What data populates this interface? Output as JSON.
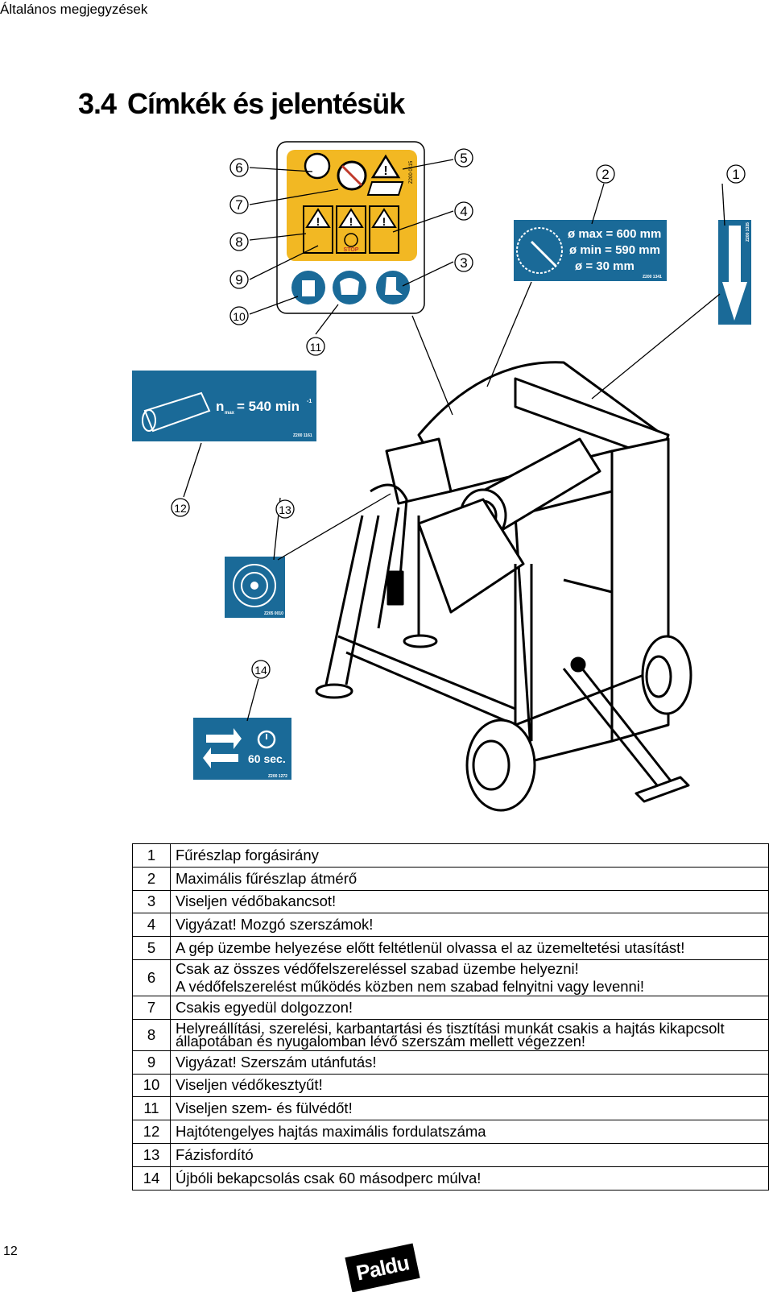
{
  "header": {
    "section_title": "Általános megjegyzések"
  },
  "heading": {
    "number": "3.4",
    "text": "Címkék és jelentésük"
  },
  "callouts": [
    "1",
    "2",
    "3",
    "4",
    "5",
    "6",
    "7",
    "8",
    "9",
    "10",
    "11",
    "12",
    "13",
    "14"
  ],
  "labels": {
    "diameter": {
      "max": "ø max = 600 mm",
      "min": "ø min = 590 mm",
      "bore": "ø = 30 mm",
      "code": "Z200 1341"
    },
    "direction": {
      "code": "Z200 1335"
    },
    "pto": {
      "text": "n",
      "sub": "max",
      "value": "= 540 min",
      "sup": "-1",
      "code": "Z200 1161"
    },
    "phase": {
      "code": "Z205 0010"
    },
    "restart": {
      "value": "60 sec.",
      "code": "Z200 1272"
    },
    "warning_sheet": {
      "stop": "STOP",
      "code": "Z200 0115"
    }
  },
  "legend": [
    {
      "num": "1",
      "text": [
        "Fűrészlap forgásirány"
      ]
    },
    {
      "num": "2",
      "text": [
        "Maximális fűrészlap átmérő"
      ]
    },
    {
      "num": "3",
      "text": [
        "Viseljen védőbakancsot!"
      ]
    },
    {
      "num": "4",
      "text": [
        "Vigyázat! Mozgó szerszámok!"
      ]
    },
    {
      "num": "5",
      "text": [
        "A gép üzembe helyezése előtt feltétlenül olvassa el az üzemeltetési utasítást!"
      ]
    },
    {
      "num": "6",
      "text": [
        "Csak az összes védőfelszereléssel szabad üzembe helyezni!",
        "A védőfelszerelést működés közben nem szabad felnyitni vagy levenni!"
      ]
    },
    {
      "num": "7",
      "text": [
        "Csakis egyedül dolgozzon!"
      ]
    },
    {
      "num": "8",
      "text": [
        "Helyreállítási, szerelési, karbantartási és tisztítási munkát csakis a hajtás kikapcsolt",
        "állapotában és nyugalomban lévő szerszám mellett végezzen!"
      ]
    },
    {
      "num": "9",
      "text": [
        "Vigyázat! Szerszám utánfutás!"
      ]
    },
    {
      "num": "10",
      "text": [
        "Viseljen védőkesztyűt!"
      ]
    },
    {
      "num": "11",
      "text": [
        "Viseljen szem- és fülvédőt!"
      ]
    },
    {
      "num": "12",
      "text": [
        "Hajtótengelyes hajtás maximális fordulatszáma"
      ]
    },
    {
      "num": "13",
      "text": [
        "Fázisfordító"
      ]
    },
    {
      "num": "14",
      "text": [
        "Újbóli bekapcsolás csak 60 másodperc múlva!"
      ]
    }
  ],
  "footer": {
    "page_number": "12",
    "logo_text": "Paldu"
  },
  "colors": {
    "label_blue": "#1a6a98",
    "warning_yellow": "#f2b823"
  }
}
